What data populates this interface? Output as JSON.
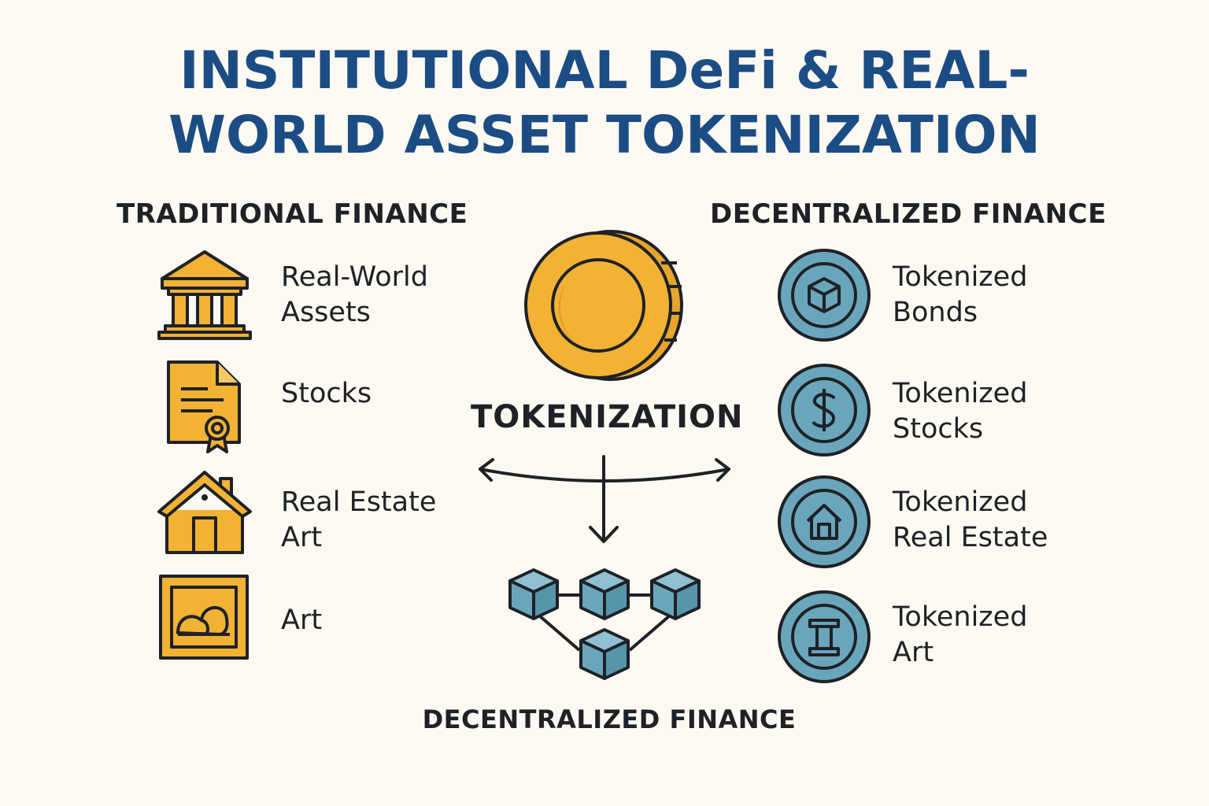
{
  "title": {
    "line1": "INSTITUTIONAL DeFi & REAL-",
    "line2": "WORLD ASSET TOKENIZATION"
  },
  "colors": {
    "title": "#1c4c84",
    "gold": "#f2b234",
    "teal": "#6aa6bb",
    "outline": "#1e2126",
    "background": "#fbf9f2"
  },
  "left_column": {
    "heading": "TRADITIONAL FINANCE",
    "items": [
      {
        "icon": "bank-building-icon",
        "lines": [
          "Real-World",
          "Assets"
        ]
      },
      {
        "icon": "certificate-document-icon",
        "lines": [
          "Stocks"
        ]
      },
      {
        "icon": "house-icon",
        "lines": [
          "Real Estate",
          "Art"
        ]
      },
      {
        "icon": "framed-picture-icon",
        "lines": [
          "Art"
        ]
      }
    ]
  },
  "center": {
    "coin_icon": "gold-coin-icon",
    "label": "TOKENIZATION",
    "network_icon": "blockchain-network-icon",
    "bottom_label": "DECENTRALIZED FINANCE"
  },
  "right_column": {
    "heading": "DECENTRALIZED FINANCE",
    "items": [
      {
        "icon": "cube-token-icon",
        "lines": [
          "Tokenized",
          "Bonds"
        ]
      },
      {
        "icon": "dollar-token-icon",
        "lines": [
          "Tokenized",
          "Stocks"
        ]
      },
      {
        "icon": "house-token-icon",
        "lines": [
          "Tokenized",
          "Real Estate"
        ]
      },
      {
        "icon": "column-token-icon",
        "lines": [
          "Tokenized",
          "Art"
        ]
      }
    ]
  }
}
